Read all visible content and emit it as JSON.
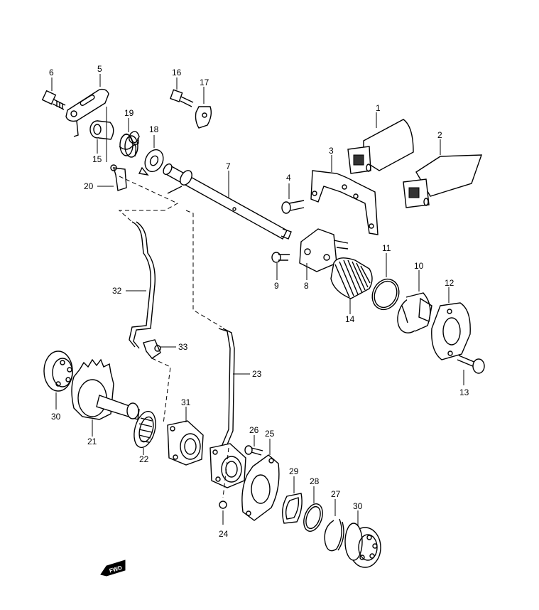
{
  "diagram": {
    "callouts": [
      "1",
      "2",
      "3",
      "4",
      "5",
      "6",
      "7",
      "8",
      "9",
      "10",
      "11",
      "12",
      "13",
      "14",
      "15",
      "16",
      "17",
      "18",
      "19",
      "20",
      "21",
      "22",
      "23",
      "24",
      "25",
      "26",
      "27",
      "28",
      "29",
      "30",
      "30",
      "31",
      "32",
      "33"
    ],
    "direction_badge": "FWD"
  }
}
